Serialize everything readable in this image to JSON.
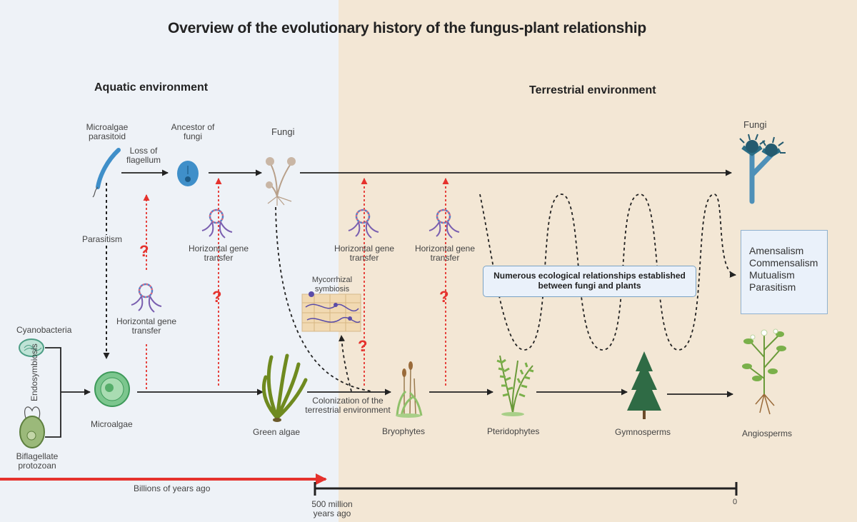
{
  "title": "Overview of the evolutionary history of the fungus-plant relationship",
  "environments": {
    "aquatic": "Aquatic environment",
    "terrestrial": "Terrestrial environment"
  },
  "organisms": {
    "microalgae_parasitoid": [
      "Microalgae",
      "parasitoid"
    ],
    "ancestor_of_fungi": [
      "Ancestor of",
      "fungi"
    ],
    "fungi_early": "Fungi",
    "fungi_late": "Fungi",
    "cyanobacteria": "Cyanobacteria",
    "biflagellate_protozoan": [
      "Biflagellate",
      "protozoan"
    ],
    "microalgae": "Microalgae",
    "green_algae": "Green algae",
    "bryophytes": "Bryophytes",
    "pteridophytes": "Pteridophytes",
    "gymnosperms": "Gymnosperms",
    "angiosperms": "Angiosperms"
  },
  "processes": {
    "loss_of_flagellum": [
      "Loss of",
      "flagellum"
    ],
    "parasitism": "Parasitism",
    "endosymbiosis": "Endosymbiosis",
    "horizontal_gene_transfer": [
      "Horizontal gene",
      "transfer"
    ],
    "mycorrhizal_symbiosis": [
      "Mycorrhizal",
      "symbiosis"
    ],
    "colonization": [
      "Colonization of the",
      "terrestrial environment"
    ],
    "unknown_mark": "?"
  },
  "relationships": {
    "box_text": [
      "Numerous ecological relationships established",
      "between fungi and plants"
    ],
    "types": [
      "Amensalism",
      "Commensalism",
      "Mutualism",
      "Parasitism"
    ]
  },
  "timeline": {
    "billions_label": "Billions of years ago",
    "million_label": [
      "500 million",
      "years ago"
    ],
    "present_label": "0"
  },
  "colors": {
    "aquatic_bg": "#eef2f7",
    "terrestrial_bg": "#f3e7d5",
    "question_mark": "#e5322d",
    "timeline_arrow": "#e5322d",
    "plant_green": "#5c9e3c",
    "fungi_blue": "#5aa0c8"
  }
}
